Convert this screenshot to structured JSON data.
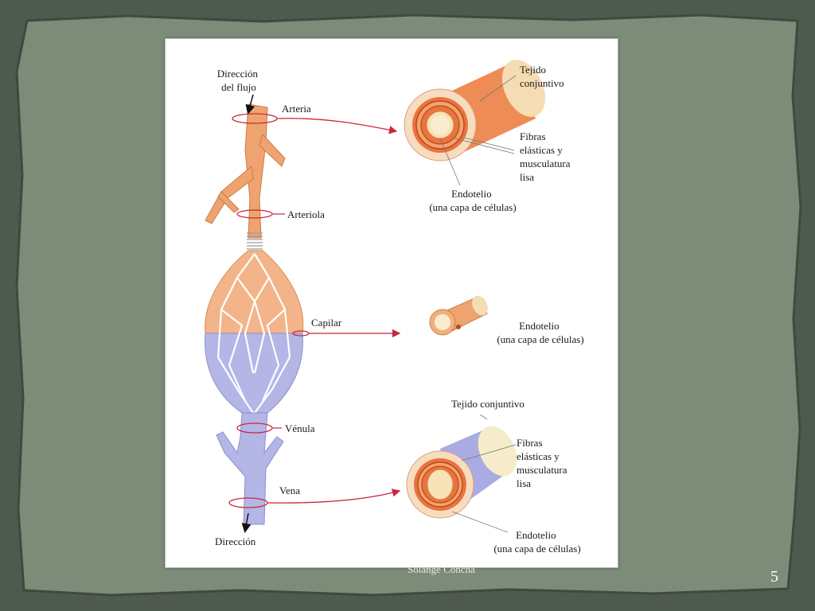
{
  "colors": {
    "background": "#4e5a4d",
    "paper": "#7d8b79",
    "artery": "#efa46f",
    "vein": "#b4b6e6",
    "arrow": "#c8283c"
  },
  "diagram": {
    "flow_direction_top": [
      "Dirección",
      "del flujo"
    ],
    "flow_direction_bottom": "Dirección",
    "vessels": {
      "artery": "Arteria",
      "arteriole": "Arteriola",
      "capillary": "Capilar",
      "venule": "Vénula",
      "vein": "Vena"
    },
    "artery_section": {
      "tissue": [
        "Tejido",
        "conjuntivo"
      ],
      "fibers": [
        "Fibras",
        "elásticas y",
        "musculatura",
        "lisa"
      ],
      "endothelium": [
        "Endotelio",
        "(una capa de células)"
      ]
    },
    "capillary_section": {
      "endothelium": [
        "Endotelio",
        "(una capa de células)"
      ]
    },
    "vein_section": {
      "tissue": "Tejido conjuntivo",
      "fibers": [
        "Fibras",
        "elásticas y",
        "musculatura",
        "lisa"
      ],
      "endothelium": [
        "Endotelio",
        "(una capa de células)"
      ]
    }
  },
  "footer": {
    "author": "Solange Concha",
    "page_number": "5"
  }
}
